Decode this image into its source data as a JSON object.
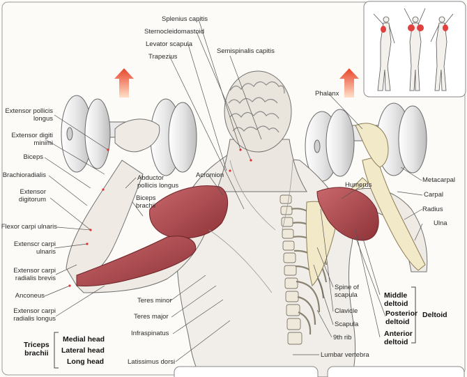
{
  "labels": {
    "splenius_capitis": "Splenius capitis",
    "sternocleidomastoid": "Sternocleidomastoid",
    "levator_scapula": "Levator scapula",
    "trapezius": "Trapezius",
    "semispinalis_capitis": "Semispinalis capitis",
    "extensor_pollicis_longus": "Extensor pollicis\nlongus",
    "extensor_digiti_minimi": "Extensor digiti\nminimi",
    "biceps": "Biceps",
    "brachioradialis": "Brachioradialis",
    "extensor_digitorum": "Extensor\ndigitorum",
    "flexor_carpi_ulnaris": "Flexor carpi ulnaris",
    "extensor_carpi_ulnaris": "Extenscr carpi\nulnaris",
    "extensor_carpi_radialis_brevis": "Extensor carpi\nradialis brevis",
    "anconeus": "Anconeus",
    "extensor_carpi_radialis_longus": "Extensor carpi\nradialis longus",
    "abductor_pollicis_longus": "Abductor\npollicis longus",
    "biceps_brachii": "Biceps\nbrachii",
    "acromion": "Acromion",
    "phalanx": "Phalanx",
    "humerus": "Humerus",
    "metacarpal": "Metacarpal",
    "carpal": "Carpal",
    "radius": "Radius",
    "ulna": "Ulna",
    "spine_of_scapula": "Spine of\nscapula",
    "clavicle": "Clavicle",
    "scapula": "Scapula",
    "ninth_rib": "9th rib",
    "lumbar_vertebra": "Lumbar vertebra",
    "teres_minor": "Teres minor",
    "teres_major": "Teres major",
    "infraspinatus": "Infraspinatus",
    "latissimus_dorsi": "Latissimus dorsi"
  },
  "deltoid_group": {
    "middle": "Middle\ndeltoid",
    "posterior": "Posterior\ndeltoid",
    "anterior": "Anterior\ndeltoid",
    "group": "Deltoid"
  },
  "triceps_group": {
    "medial": "Medial head",
    "lateral": "Lateral head",
    "long": "Long head",
    "group": "Triceps\nbrachii"
  },
  "colors": {
    "muscle_red": "#b8555a",
    "muscle_dark": "#8e3338",
    "arrow_orange": "#f26a3a",
    "skin_line": "#7a7a7a"
  },
  "icons": [
    "up-arrow-icon",
    "inset-figures-thumbnail"
  ]
}
